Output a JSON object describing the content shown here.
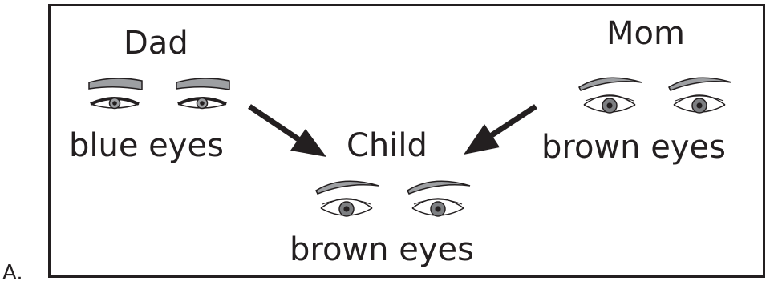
{
  "option_label": "A.",
  "dad": {
    "label": "Dad",
    "eye_color_text": "blue eyes"
  },
  "mom": {
    "label": "Mom",
    "eye_color_text": "brown eyes"
  },
  "child": {
    "label": "Child",
    "eye_color_text": "brown eyes"
  },
  "colors": {
    "ink": "#231f20",
    "brow": "#9d9fa2",
    "iris": "#7d7f82"
  }
}
